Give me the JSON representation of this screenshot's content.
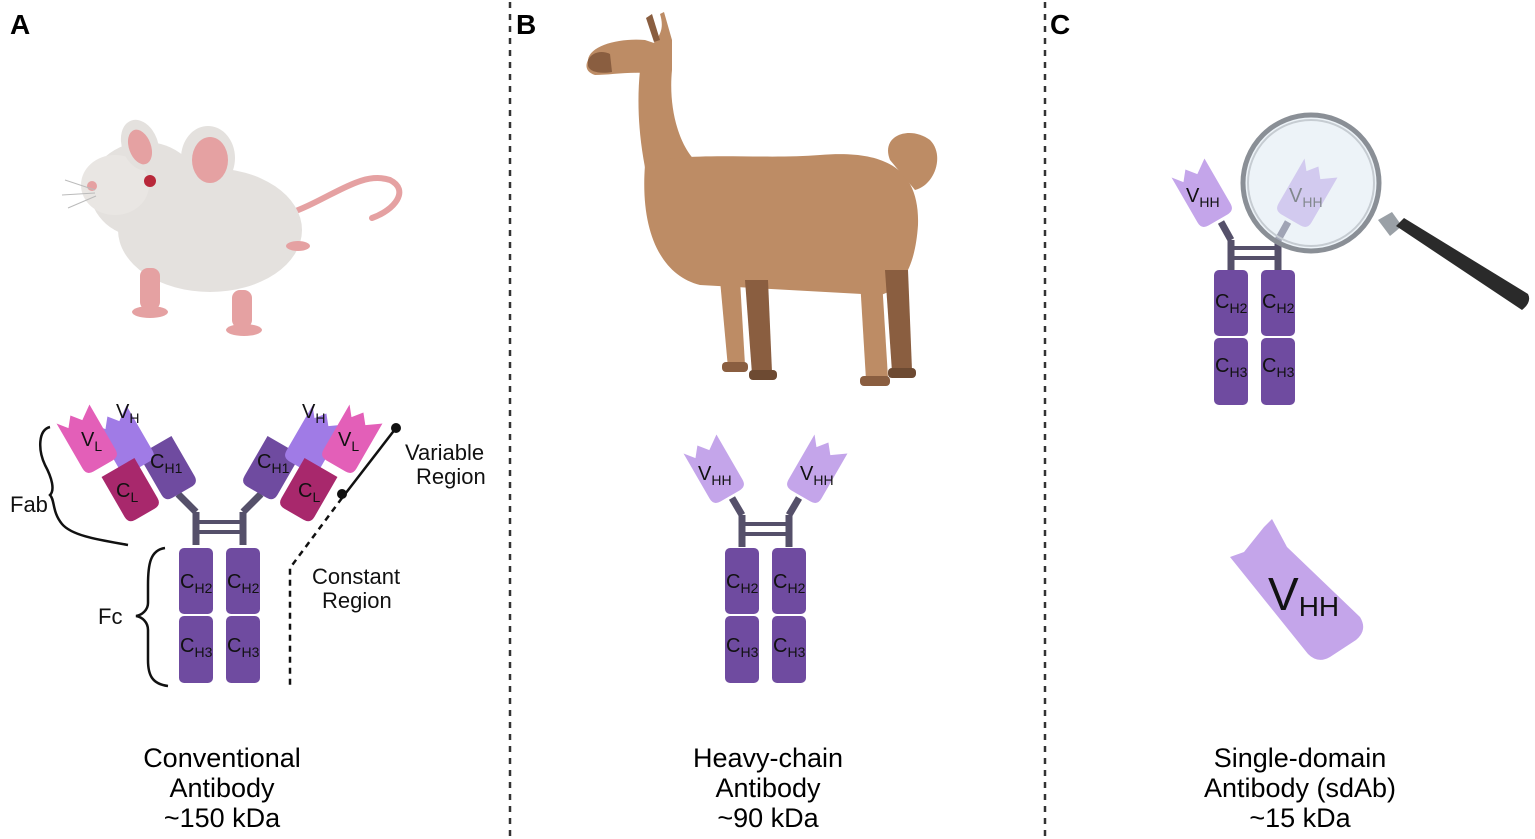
{
  "panels": [
    {
      "letter": "A",
      "caption": [
        "Conventional",
        "Antibody",
        "~150 kDa"
      ]
    },
    {
      "letter": "B",
      "caption": [
        "Heavy-chain",
        "Antibody",
        "~90 kDa"
      ]
    },
    {
      "letter": "C",
      "caption": [
        "Single-domain",
        "Antibody (sdAb)",
        "~15 kDa"
      ]
    }
  ],
  "labels": {
    "fab": "Fab",
    "fc": "Fc",
    "variable_region": [
      "Variable",
      "Region"
    ],
    "constant_region": [
      "Constant",
      "Region"
    ]
  },
  "domains": {
    "vh": {
      "main": "V",
      "sub": "H"
    },
    "vl": {
      "main": "V",
      "sub": "L"
    },
    "ch1": {
      "main": "C",
      "sub": "H1"
    },
    "cl": {
      "main": "C",
      "sub": "L"
    },
    "ch2": {
      "main": "C",
      "sub": "H2"
    },
    "ch3": {
      "main": "C",
      "sub": "H3"
    },
    "vhh": {
      "main": "V",
      "sub": "HH"
    }
  },
  "colors": {
    "heavy_constant": "#6f4ba0",
    "vh": "#a07be6",
    "vl": "#e35fb8",
    "cl": "#a8286c",
    "vhh": "#c4a5ea",
    "hinge": "#55506a",
    "mouse_body": "#e4e1de",
    "mouse_pink": "#e5a1a2",
    "llama": "#bd8c65",
    "llama_dark": "#8a5e40"
  },
  "icons": [
    "mouse-illustration",
    "llama-illustration",
    "magnifying-glass-icon"
  ]
}
